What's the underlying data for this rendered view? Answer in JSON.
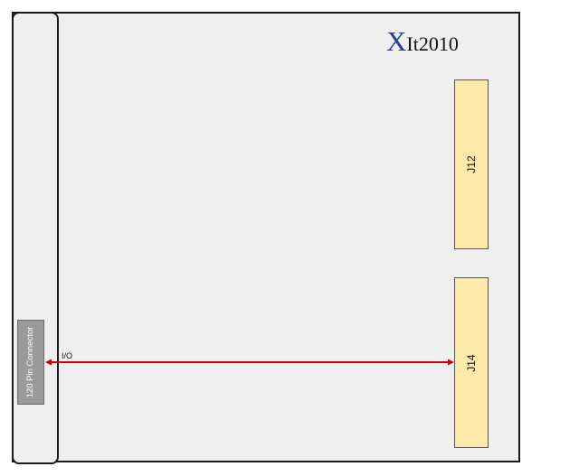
{
  "title": {
    "prefix": "X",
    "suffix": "It2010"
  },
  "connector": {
    "label": "120 Pin Connector"
  },
  "headers": [
    {
      "label": "J12"
    },
    {
      "label": "J14"
    }
  ],
  "link": {
    "label": "I/O",
    "color": "#cc0000"
  },
  "colors": {
    "board": "#efefef",
    "header_fill": "#fdeaa8",
    "connector_fill": "#9a9a9a",
    "title_accent": "#1f3f9a"
  }
}
